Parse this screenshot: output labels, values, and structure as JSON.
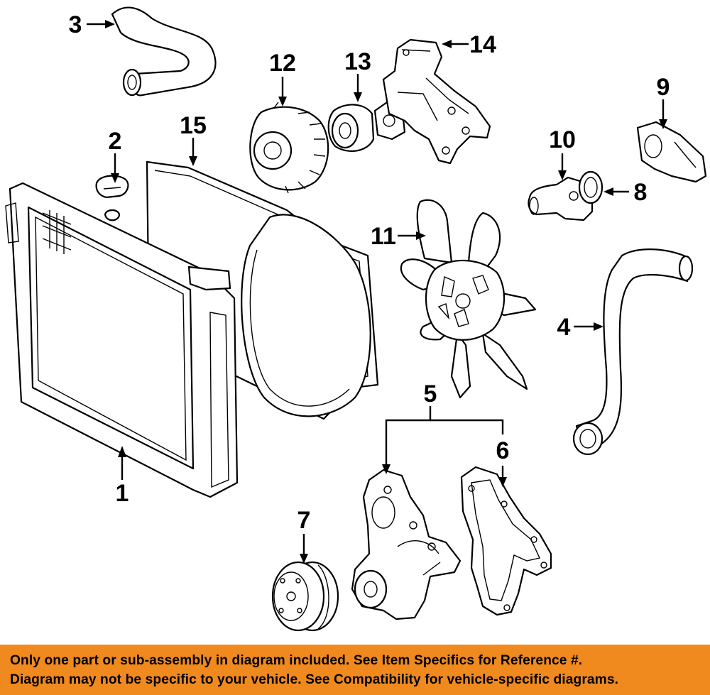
{
  "callouts": {
    "c1": "1",
    "c2": "2",
    "c3": "3",
    "c4": "4",
    "c5": "5",
    "c6": "6",
    "c7": "7",
    "c8": "8",
    "c9": "9",
    "c10": "10",
    "c11": "11",
    "c12": "12",
    "c13": "13",
    "c14": "14",
    "c15": "15"
  },
  "parts": [
    {
      "callout": "1",
      "icon": "radiator-icon"
    },
    {
      "callout": "2",
      "icon": "radiator-cap-icon"
    },
    {
      "callout": "3",
      "icon": "upper-hose-icon"
    },
    {
      "callout": "4",
      "icon": "lower-hose-icon"
    },
    {
      "callout": "5",
      "icon": "water-pump-icon"
    },
    {
      "callout": "6",
      "icon": "pump-gasket-icon"
    },
    {
      "callout": "7",
      "icon": "pulley-icon"
    },
    {
      "callout": "8",
      "icon": "o-ring-icon"
    },
    {
      "callout": "9",
      "icon": "thermostat-housing-icon"
    },
    {
      "callout": "10",
      "icon": "water-outlet-icon"
    },
    {
      "callout": "11",
      "icon": "fan-blade-icon"
    },
    {
      "callout": "12",
      "icon": "fan-clutch-icon"
    },
    {
      "callout": "13",
      "icon": "fan-pulley-icon"
    },
    {
      "callout": "14",
      "icon": "fan-bracket-icon"
    },
    {
      "callout": "15",
      "icon": "fan-shroud-icon"
    }
  ],
  "disclaimer": {
    "line1": "Only one part or sub-assembly in diagram included. See Item Specifics for Reference #.",
    "line2": "Diagram may not be specific to your vehicle. See Compatibility for vehicle-specific diagrams."
  },
  "colors": {
    "banner": "#f08a1e",
    "line": "#000000",
    "background": "#ffffff"
  }
}
